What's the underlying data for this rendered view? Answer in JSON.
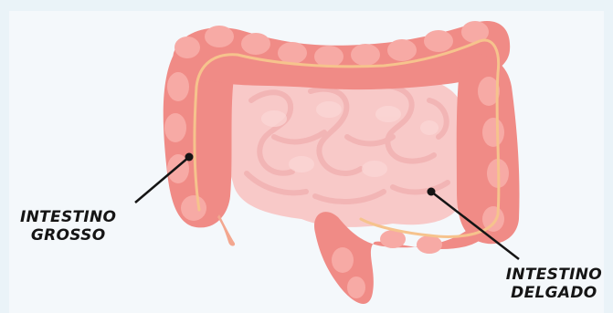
{
  "labels": {
    "large_intestine": {
      "line1": "INTESTINO",
      "line2": "GROSSO"
    },
    "small_intestine": {
      "line1": "INTESTINO",
      "line2": "DELGADO"
    }
  },
  "colors": {
    "background": "#eaf3f8",
    "colon": "#f08b86",
    "colon_highlight": "#f7aaa5",
    "colon_stripe": "#f6c38d",
    "small_intestine": "#f8c9c8",
    "small_intestine_fold": "#f2b3b3",
    "text": "#151515"
  }
}
